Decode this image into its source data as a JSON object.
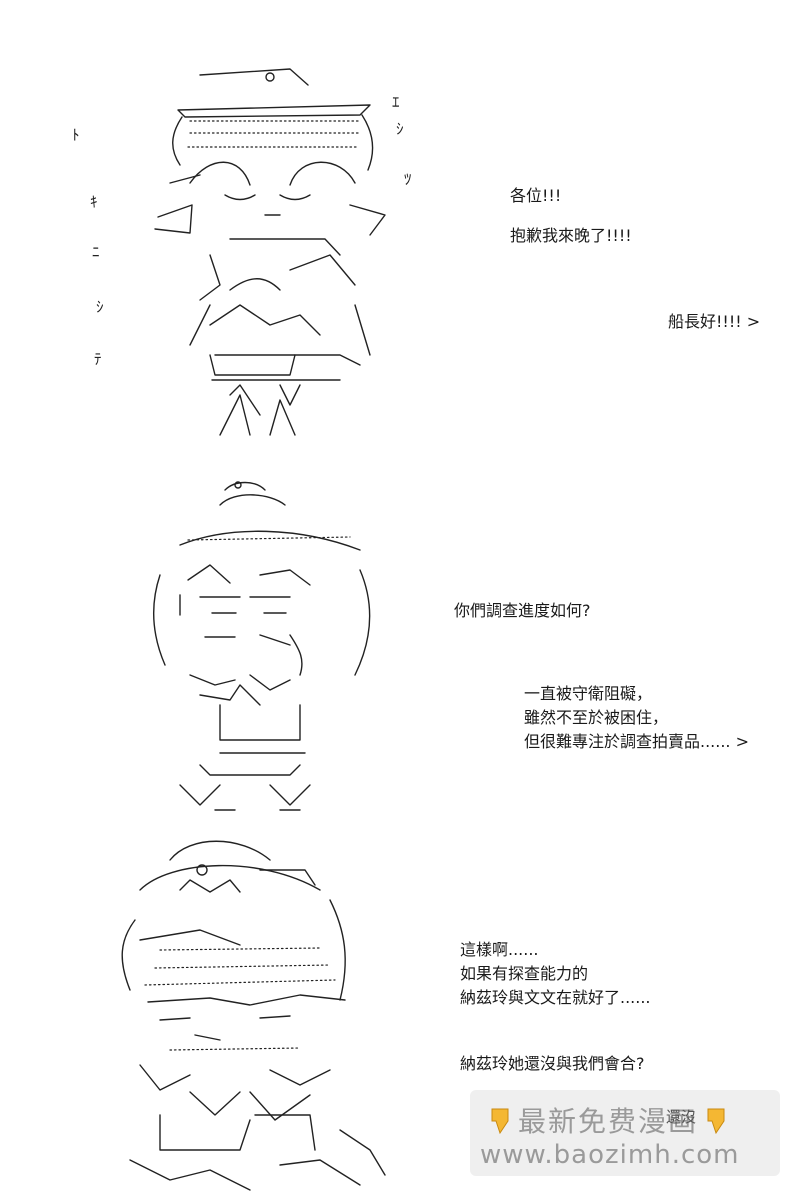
{
  "panels": [
    {
      "sfx": [
        "ｷ",
        "ﾆ",
        "ｼ",
        "ﾃ",
        "ｴ",
        "ｼ",
        "ﾂ",
        "ﾄ"
      ],
      "dialogue": {
        "line_1": "各位!!!",
        "line_2": "抱歉我來晚了!!!!",
        "line_3": "船長好!!!! >"
      }
    },
    {
      "dialogue": {
        "line_1": "你們調查進度如何?",
        "line_2": "一直被守衛阻礙，",
        "line_3": "雖然不至於被困住，",
        "line_4": "但很難專注於調查拍賣品...... >"
      }
    },
    {
      "dialogue": {
        "line_1": "這樣啊......",
        "line_2": "如果有探查能力的",
        "line_3": "納茲玲與文文在就好了......",
        "line_4": "納茲玲她還沒與我們會合?",
        "line_5": "還沒"
      }
    }
  ],
  "watermark": {
    "line_1": "最新免费漫画",
    "line_2": "www.baozimh.com",
    "icon": "pointing-hand-icon",
    "color": "#9a9a9a"
  }
}
